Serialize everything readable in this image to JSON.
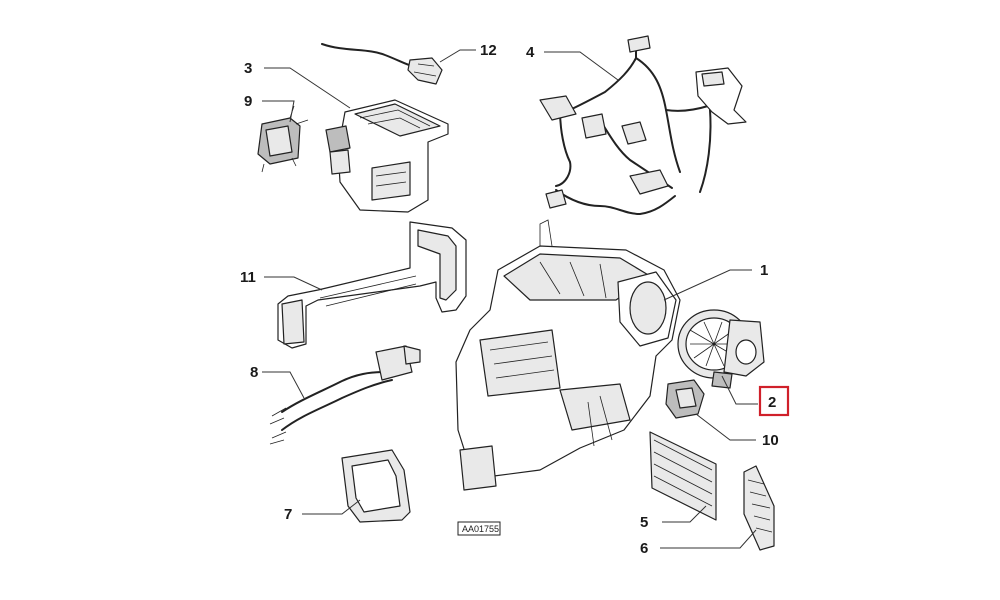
{
  "diagram": {
    "reference_code": "AA01755",
    "highlighted_callout": "2",
    "highlight_color": "#d0202a",
    "callouts": [
      {
        "id": "12",
        "label": "12"
      },
      {
        "id": "3",
        "label": "3"
      },
      {
        "id": "4",
        "label": "4"
      },
      {
        "id": "9",
        "label": "9"
      },
      {
        "id": "1",
        "label": "1"
      },
      {
        "id": "11",
        "label": "11"
      },
      {
        "id": "8",
        "label": "8"
      },
      {
        "id": "2",
        "label": "2"
      },
      {
        "id": "10",
        "label": "10"
      },
      {
        "id": "7",
        "label": "7"
      },
      {
        "id": "5",
        "label": "5"
      },
      {
        "id": "6",
        "label": "6"
      }
    ]
  }
}
